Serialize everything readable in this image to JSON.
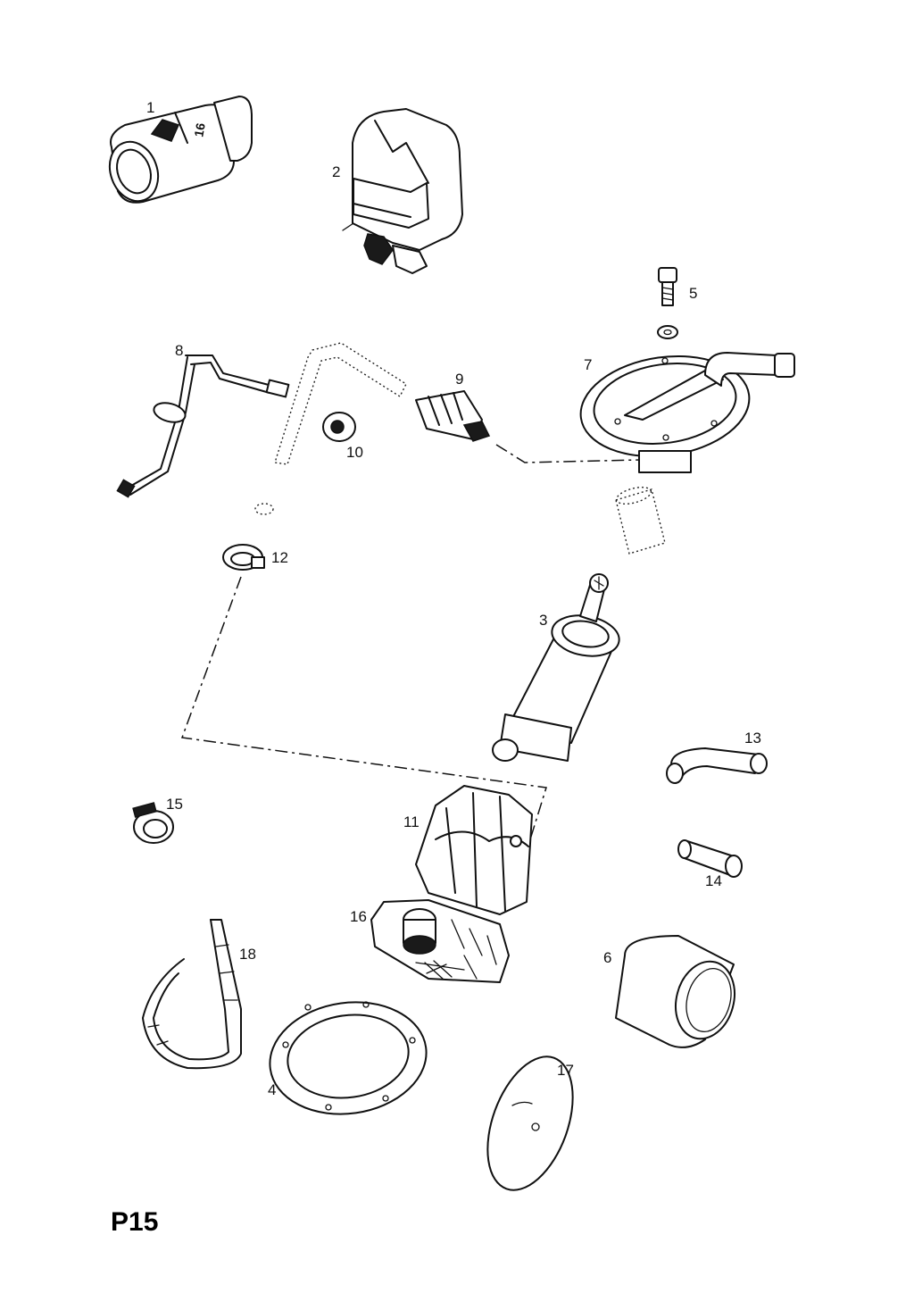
{
  "page_code": "P15",
  "callouts": {
    "c1": "1",
    "c2": "2",
    "c3": "3",
    "c4": "4",
    "c5": "5",
    "c6": "6",
    "c7": "7",
    "c8": "8",
    "c9": "9",
    "c10": "10",
    "c11": "11",
    "c12": "12",
    "c13": "13",
    "c14": "14",
    "c15": "15",
    "c16": "16",
    "c17": "17",
    "c18": "18"
  },
  "part1_marking": "16"
}
